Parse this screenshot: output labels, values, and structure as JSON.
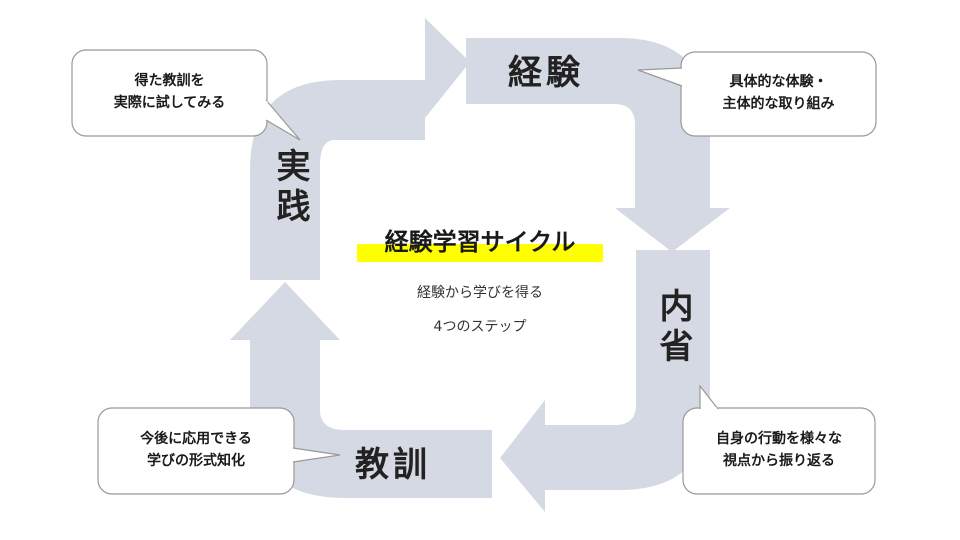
{
  "title": "経験学習サイクル",
  "subtitle_line1": "経験から学びを得る",
  "subtitle_line2": "4つのステップ",
  "stages": [
    {
      "key": "experience",
      "label": "経験",
      "description": "具体的な体験・\n主体的な取り組み"
    },
    {
      "key": "reflection",
      "label": "内省",
      "description": "自身の行動を様々な\n視点から振り返る"
    },
    {
      "key": "conceptualization",
      "label": "教訓",
      "description": "今後に応用できる\n学びの形式知化"
    },
    {
      "key": "practice",
      "label": "実践",
      "description": "得た教訓を\n実際に試してみる"
    }
  ],
  "colors": {
    "arrow_fill": "#d5d9e3",
    "highlight": "#ffff00",
    "callout_border": "#999999"
  }
}
